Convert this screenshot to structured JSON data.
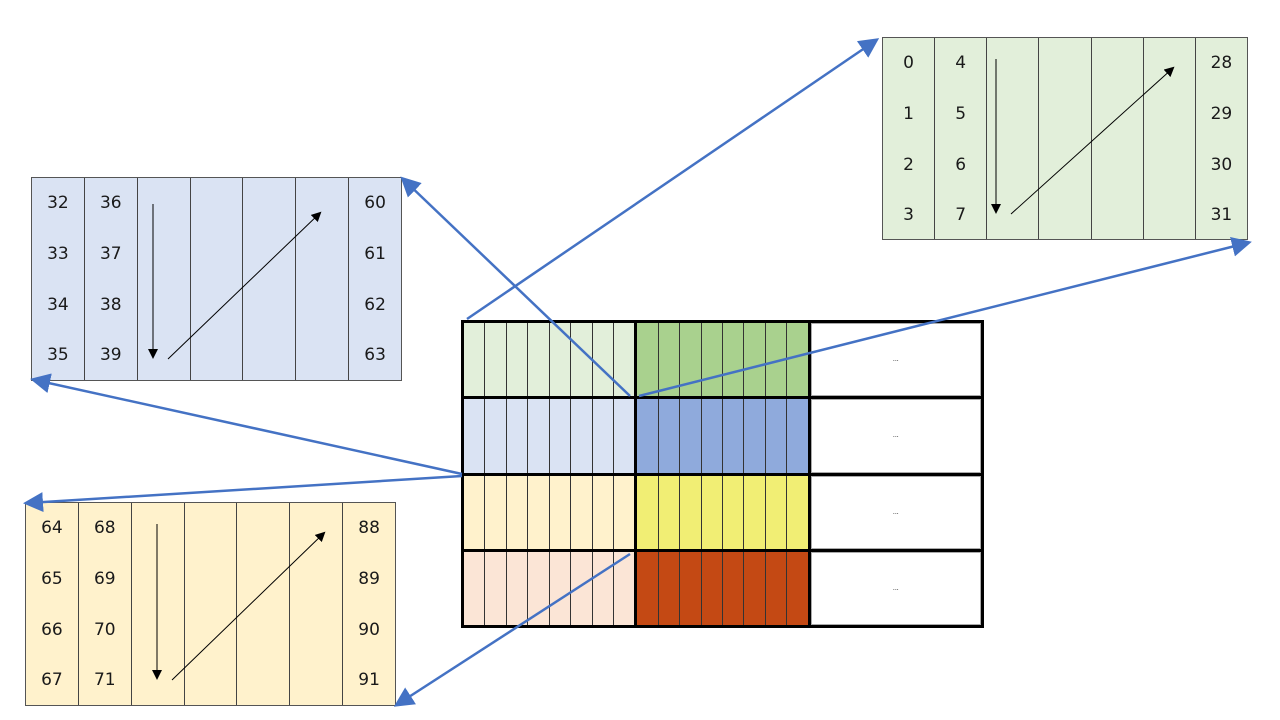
{
  "title": "Matrix block tiling memory layout diagram",
  "colors": {
    "green_light": "#e2efda",
    "green_dark": "#a9d18e",
    "blue_light": "#dae3f3",
    "blue_dark": "#8faadc",
    "yellow_light": "#fff2cc",
    "yellow_dark": "#f1ee74",
    "peach_light": "#fbe5d6",
    "orange_dark": "#c44914",
    "connector": "#4472c4"
  },
  "grid": {
    "rows": [
      {
        "name": "row-green",
        "light": "#e2efda",
        "dark": "#a9d18e",
        "ellipsis": "..."
      },
      {
        "name": "row-blue",
        "light": "#dae3f3",
        "dark": "#8faadc",
        "ellipsis": "..."
      },
      {
        "name": "row-yellow",
        "light": "#fff2cc",
        "dark": "#f1ee74",
        "ellipsis": "..."
      },
      {
        "name": "row-peach",
        "light": "#fbe5d6",
        "dark": "#c44914",
        "ellipsis": "..."
      }
    ],
    "stripes_per_block": 8
  },
  "panels": [
    {
      "name": "panel-green",
      "color": "#e2efda",
      "columns": [
        [
          "0",
          "1",
          "2",
          "3"
        ],
        [
          "4",
          "5",
          "6",
          "7"
        ],
        [],
        [],
        [],
        [],
        [
          "28",
          "29",
          "30",
          "31"
        ]
      ]
    },
    {
      "name": "panel-blue",
      "color": "#dae3f3",
      "columns": [
        [
          "32",
          "33",
          "34",
          "35"
        ],
        [
          "36",
          "37",
          "38",
          "39"
        ],
        [],
        [],
        [],
        [],
        [
          "60",
          "61",
          "62",
          "63"
        ]
      ]
    },
    {
      "name": "panel-yellow",
      "color": "#fff2cc",
      "columns": [
        [
          "64",
          "65",
          "66",
          "67"
        ],
        [
          "68",
          "69",
          "70",
          "71"
        ],
        [],
        [],
        [],
        [],
        [
          "88",
          "89",
          "90",
          "91"
        ]
      ]
    }
  ]
}
